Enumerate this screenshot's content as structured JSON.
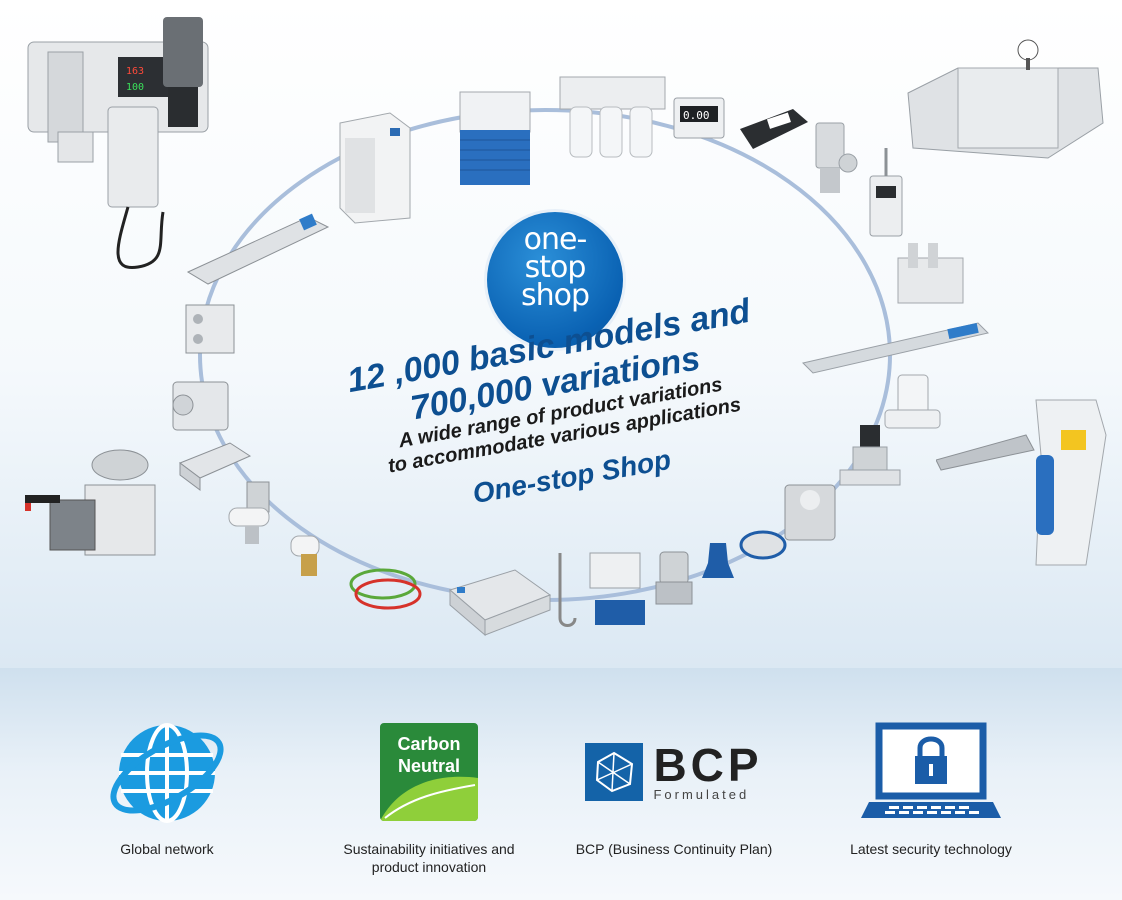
{
  "logo": {
    "line1": "one-",
    "line2": "stop",
    "line3": "shop"
  },
  "headline": {
    "line1": "12 ,000 basic models and",
    "line2": "700,000 variations",
    "line3": "A  wide range of product variations",
    "line4": "to accommodate various applications",
    "line5": "One-stop Shop"
  },
  "features": [
    {
      "icon": "globe-icon",
      "label": "Global network"
    },
    {
      "icon": "carbon-neutral-badge",
      "label": "Sustainability initiatives and product innovation",
      "badge_line1": "Carbon",
      "badge_line2": "Neutral"
    },
    {
      "icon": "bcp-logo",
      "label": "BCP (Business Continuity Plan)",
      "badge_title": "BCP",
      "badge_sub": "Formulated"
    },
    {
      "icon": "laptop-lock-icon",
      "label": "Latest security technology"
    }
  ],
  "colors": {
    "primary_blue": "#0d4f91",
    "logo_blue": "#0a62b3",
    "globe_blue": "#1b9be0",
    "green": "#2a8a3a",
    "bcp_blue": "#1463a8",
    "laptop_blue": "#1b5da8"
  }
}
